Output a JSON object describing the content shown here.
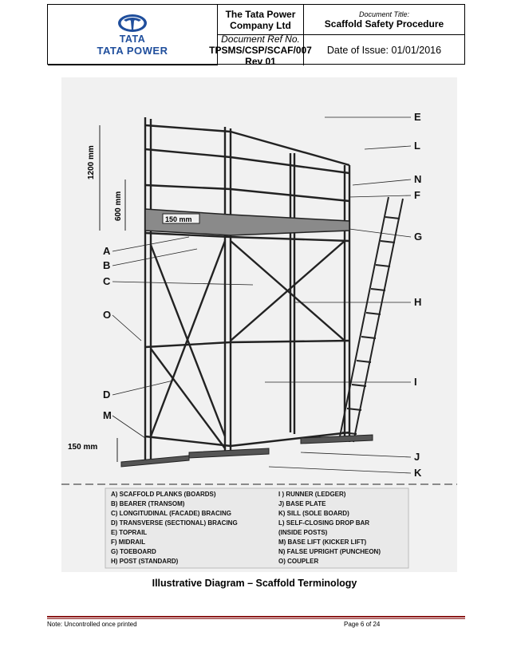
{
  "header": {
    "company": "The Tata Power Company Ltd",
    "doc_title_label": "Document Title:",
    "doc_title": "Scaffold Safety Procedure",
    "ref_label": "Document Ref No.",
    "ref_value": "TPSMS/CSP/SCAF/007 Rev 01",
    "issue_date": "Date of Issue: 01/01/2016",
    "logo_top": "TATA",
    "logo_bottom": "TATA POWER",
    "brand_color": "#1f4e9c"
  },
  "figure": {
    "dims": {
      "d1200": "1200 mm",
      "d600": "600 mm",
      "d150a": "150 mm",
      "d150b": "150 mm"
    },
    "left_letters": [
      "A",
      "B",
      "C",
      "O",
      "D",
      "M"
    ],
    "right_letters": [
      "E",
      "L",
      "N",
      "F",
      "G",
      "H",
      "I",
      "J",
      "K"
    ],
    "legend_left": [
      "A)  SCAFFOLD PLANKS (BOARDS)",
      "B)  BEARER (TRANSOM)",
      "C)  LONGITUDINAL (FACADE) BRACING",
      "D)  TRANSVERSE (SECTIONAL) BRACING",
      "E)  TOPRAIL",
      "F)  MIDRAIL",
      "G)  TOEBOARD",
      "H)  POST (STANDARD)"
    ],
    "legend_right": [
      "I )  RUNNER (LEDGER)",
      "J)  BASE PLATE",
      "K)  SILL (SOLE BOARD)",
      "L)  SELF-CLOSING DROP BAR",
      "     (INSIDE POSTS)",
      "M)  BASE LIFT (KICKER LIFT)",
      "N)  FALSE UPRIGHT (PUNCHEON)",
      "O)  COUPLER"
    ]
  },
  "caption": "Illustrative Diagram – Scaffold Terminology",
  "footer": {
    "note": "Note: Uncontrolled once printed",
    "page": "Page 6 of 24",
    "rule_color": "#8b1a1a"
  }
}
